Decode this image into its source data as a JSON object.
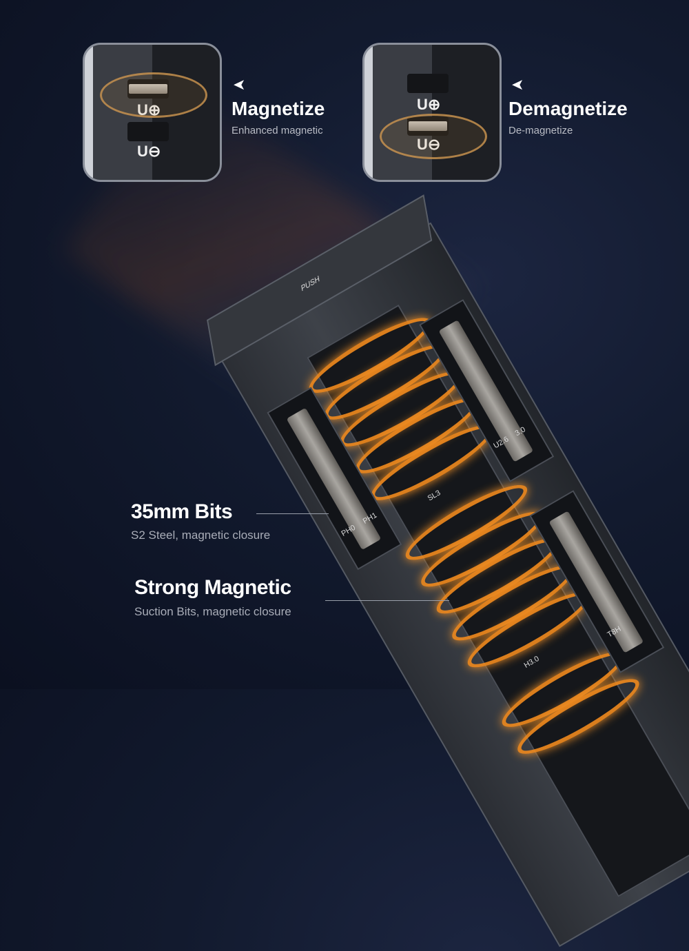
{
  "features": {
    "magnetize": {
      "title": "Magnetize",
      "subtitle": "Enhanced magnetic",
      "slot_plus": "U⊕",
      "slot_minus": "U⊖",
      "arrow_icon": "arrow-left-icon"
    },
    "demagnetize": {
      "title": "Demagnetize",
      "subtitle": "De-magnetize",
      "slot_plus": "U⊕",
      "slot_minus": "U⊖",
      "arrow_icon": "arrow-left-icon"
    },
    "bits": {
      "title": "35mm Bits",
      "subtitle": "S2 Steel, magnetic closure"
    },
    "strong_magnetic": {
      "title": "Strong Magnetic",
      "subtitle": "Suction Bits, magnetic closure"
    }
  },
  "product_markings": {
    "push": "PUSH",
    "ph0": "PH0",
    "ph1": "PH1",
    "u26": "U2.6",
    "v30": "3.0",
    "sl3": "SL3",
    "h30": "H3.0",
    "t8h": "T8H"
  },
  "colors": {
    "accent": "#f08a1e",
    "background": "#121a2e"
  }
}
